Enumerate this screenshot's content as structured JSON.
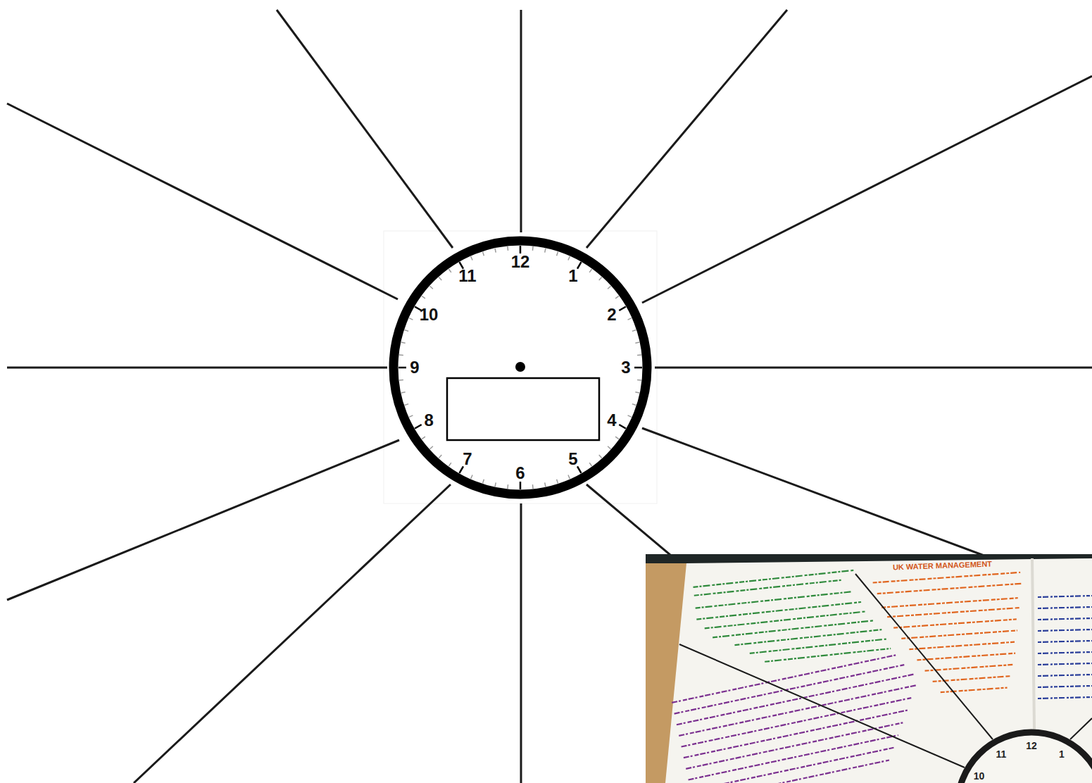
{
  "diagram": {
    "labels": [
      "12",
      "1",
      "2",
      "3",
      "4",
      "5",
      "6",
      "7",
      "8",
      "9",
      "10",
      "11",
      "10",
      "11",
      "12",
      "1",
      "UK WATER MANAGEMENT"
    ]
  }
}
